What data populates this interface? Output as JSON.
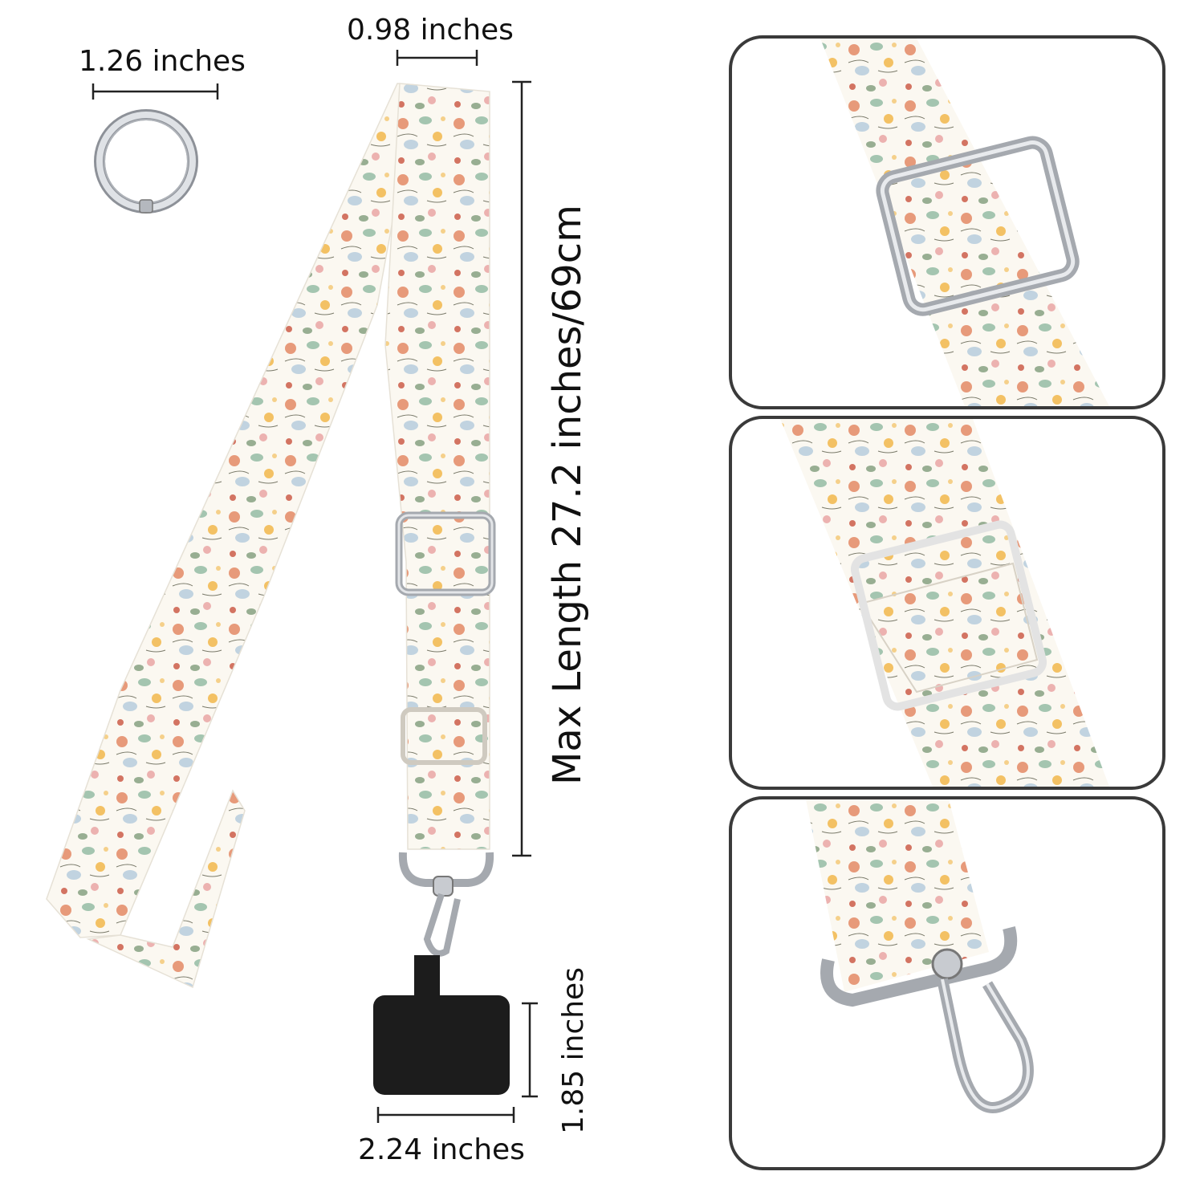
{
  "dimensions": {
    "ring_width": "1.26 inches",
    "strap_width": "0.98 inches",
    "max_length": "Max Length 27.2 inches/69cm",
    "patch_height": "1.85 inches",
    "patch_width": "2.24 inches"
  },
  "colors": {
    "background": "#ffffff",
    "strap_base": "#fbf8f1",
    "metal": "#c8cbd0",
    "patch": "#1c1c1c",
    "panel_border": "#3a3a3a",
    "floral": [
      "#e07a52",
      "#f2b84b",
      "#8fb8a0",
      "#a9c3d9",
      "#e8a0a0",
      "#c9523f",
      "#6e8f6a",
      "#f5d08a"
    ]
  },
  "panels": [
    {
      "name": "detail-buckle"
    },
    {
      "name": "detail-adjuster"
    },
    {
      "name": "detail-clasp"
    }
  ]
}
